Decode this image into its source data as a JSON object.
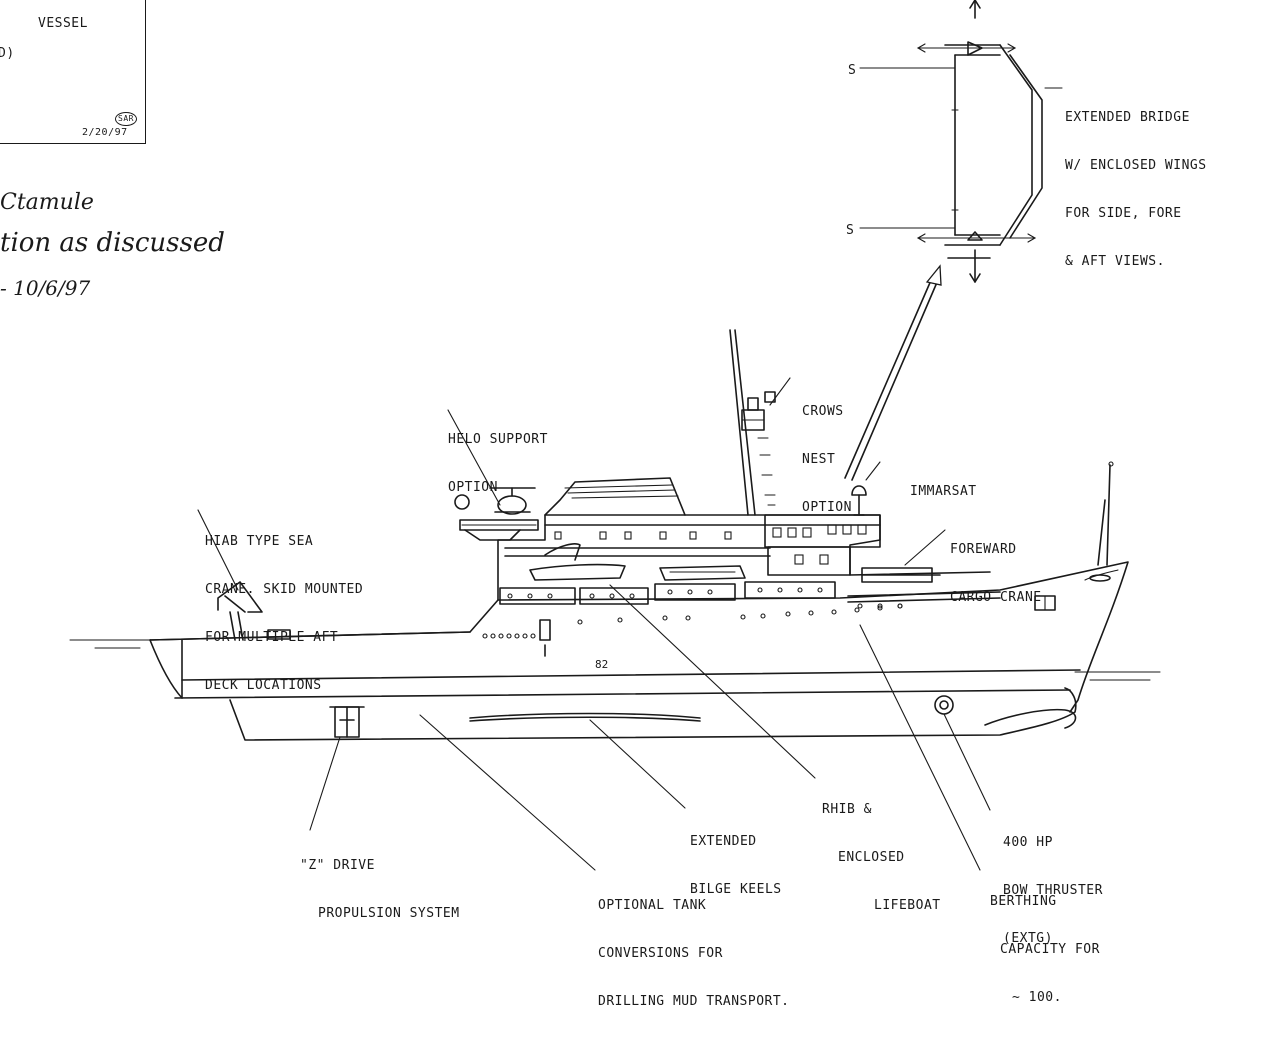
{
  "title_block": {
    "line1": "VESSEL",
    "line2": "D)",
    "date": "2/20/97",
    "initials": "SAR"
  },
  "handwritten_note": {
    "line1": "Ctamule",
    "line2": "tion as discussed",
    "line3": "- 10/6/97"
  },
  "callouts": {
    "extended_bridge": [
      "EXTENDED BRIDGE",
      "W/ ENCLOSED WINGS",
      "FOR SIDE, FORE",
      "& AFT VIEWS."
    ],
    "crows_nest": [
      "CROWS",
      "NEST",
      "OPTION"
    ],
    "helo_support": [
      "HELO SUPPORT",
      "OPTION"
    ],
    "immarsat": [
      "IMMARSAT"
    ],
    "hiab_crane": [
      "HIAB TYPE SEA",
      "CRANE. SKID MOUNTED",
      "FOR MULTIPLE AFT",
      "DECK LOCATIONS"
    ],
    "foreward_crane": [
      "FOREWARD",
      "CARGO CRANE"
    ],
    "rhib_lifeboat": [
      "RHIB &",
      "ENCLOSED",
      "LIFEBOAT"
    ],
    "bilge_keels": [
      "EXTENDED",
      "BILGE KEELS"
    ],
    "bow_thruster": [
      "400 HP",
      "BOW THRUSTER",
      "(EXTG)"
    ],
    "berthing": [
      "BERTHING",
      "CAPACITY FOR",
      "~ 100."
    ],
    "z_drive": [
      "\"Z\" DRIVE",
      "PROPULSION SYSTEM"
    ],
    "tank_conversions": [
      "OPTIONAL TANK",
      "CONVERSIONS FOR",
      "DRILLING MUD TRANSPORT."
    ]
  },
  "hull_marking": "82",
  "bridge_plan_marks": [
    "S",
    "S"
  ]
}
